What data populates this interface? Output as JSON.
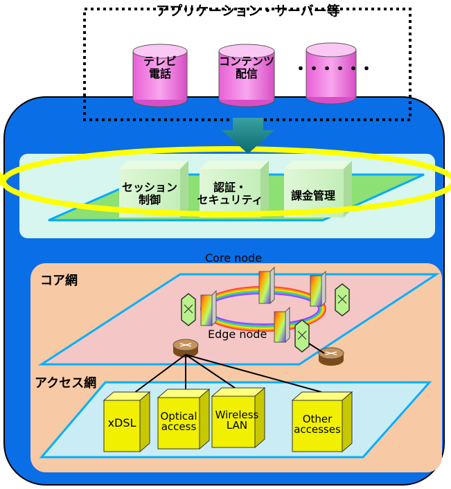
{
  "top_group": {
    "title": "アプリケーション・サーバー等",
    "servers": [
      {
        "label": "テレビ\n電話"
      },
      {
        "label": "コンテンツ\n配信"
      },
      {
        "label": "・・・・・・"
      }
    ]
  },
  "control_layer": {
    "functions": [
      {
        "label": "セッション\n制御"
      },
      {
        "label": "認証・\nセキュリティ"
      },
      {
        "label": "課金管理"
      }
    ]
  },
  "core_network": {
    "label": "コア網",
    "core_node_label": "Core node",
    "edge_node_label": "Edge node"
  },
  "access_network": {
    "label": "アクセス網",
    "boxes": [
      {
        "label": "xDSL"
      },
      {
        "label": "Optical\naccess"
      },
      {
        "label": "Wireless\nLAN"
      },
      {
        "label": "Other\naccesses"
      }
    ]
  },
  "colors": {
    "outer_frame": "#0a6ee6",
    "control_band": "#d6f6ef",
    "highlight_ring": "#ffff00",
    "core_panel": "#f7c9a4",
    "core_plane": "#f5c6c6",
    "access_plane": "#c9ecf5",
    "server_cylinder": "#f07ce0",
    "access_box": "#f0f000"
  }
}
